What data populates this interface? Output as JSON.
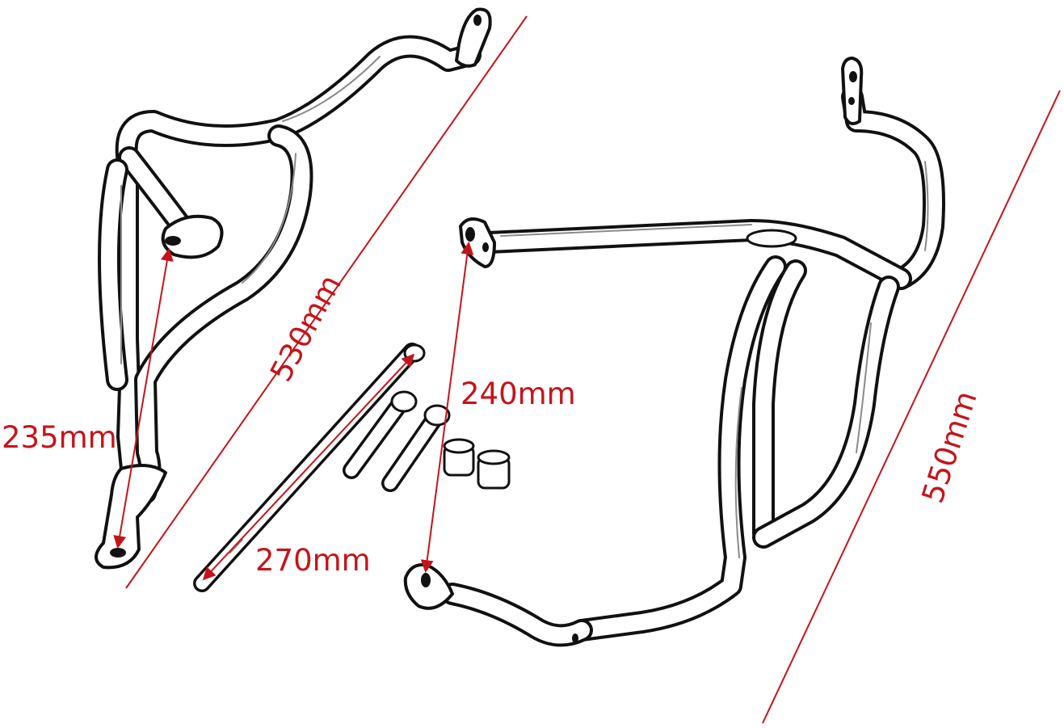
{
  "dimensions": {
    "outer_left": "530mm",
    "outer_right": "550mm",
    "bracket_left": "235mm",
    "bracket_right": "240mm",
    "rod": "270mm"
  },
  "colors": {
    "dimension_red": "#c4141a",
    "outline": "#111111"
  }
}
